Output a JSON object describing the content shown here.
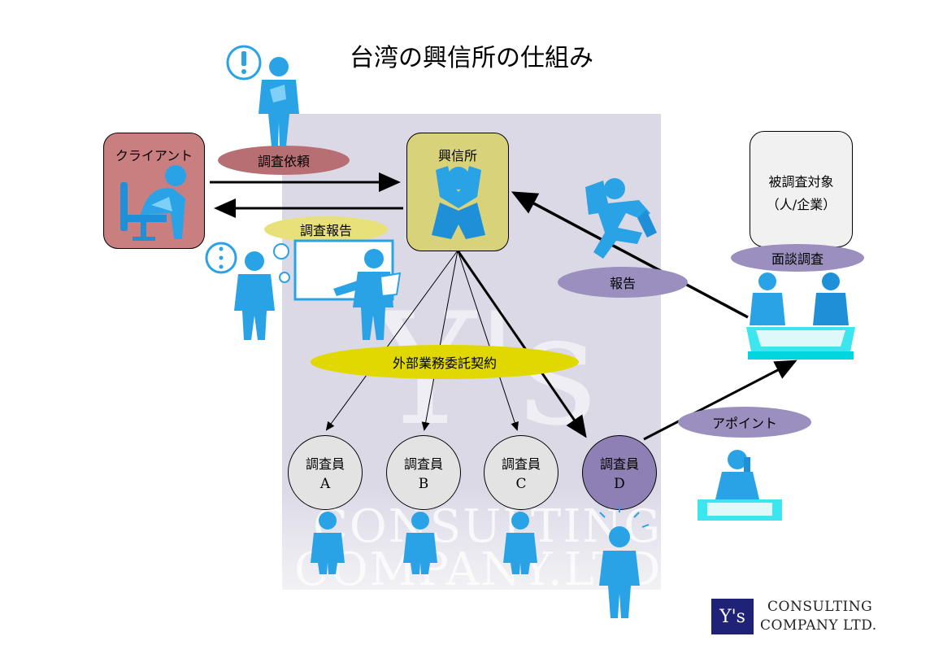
{
  "title": "台湾の興信所の仕組み",
  "client": {
    "label": "クライアント"
  },
  "agency": {
    "label": "興信所"
  },
  "target": {
    "label_line1": "被調査対象",
    "label_line2": "（人/企業）"
  },
  "ovals": {
    "request": "調査依頼",
    "report_back": "調査報告",
    "report": "報告",
    "interview": "面談調査",
    "contract": "外部業務委託契約",
    "appoint": "アポイント"
  },
  "investigators": [
    {
      "title": "調査員",
      "letter": "A"
    },
    {
      "title": "調査員",
      "letter": "B"
    },
    {
      "title": "調査員",
      "letter": "C"
    },
    {
      "title": "調査員",
      "letter": "D"
    }
  ],
  "watermark": {
    "ys": "Y's",
    "line1": "CONSULTING",
    "line2": "COMPANY.LTD."
  },
  "logo": {
    "mark": "Y's",
    "line1": "CONSULTING",
    "line2": "COMPANY LTD."
  },
  "colors": {
    "client_box": "#c97f80",
    "agency_box": "#d8d27a",
    "oval_red": "#b86f74",
    "oval_yellow": "#e8e17a",
    "oval_purple": "#9a8fbf",
    "oval_contract": "#e0d800",
    "investigator_d": "#8e7fb4",
    "figure": "#29a3e6",
    "logo": "#1f2277"
  }
}
